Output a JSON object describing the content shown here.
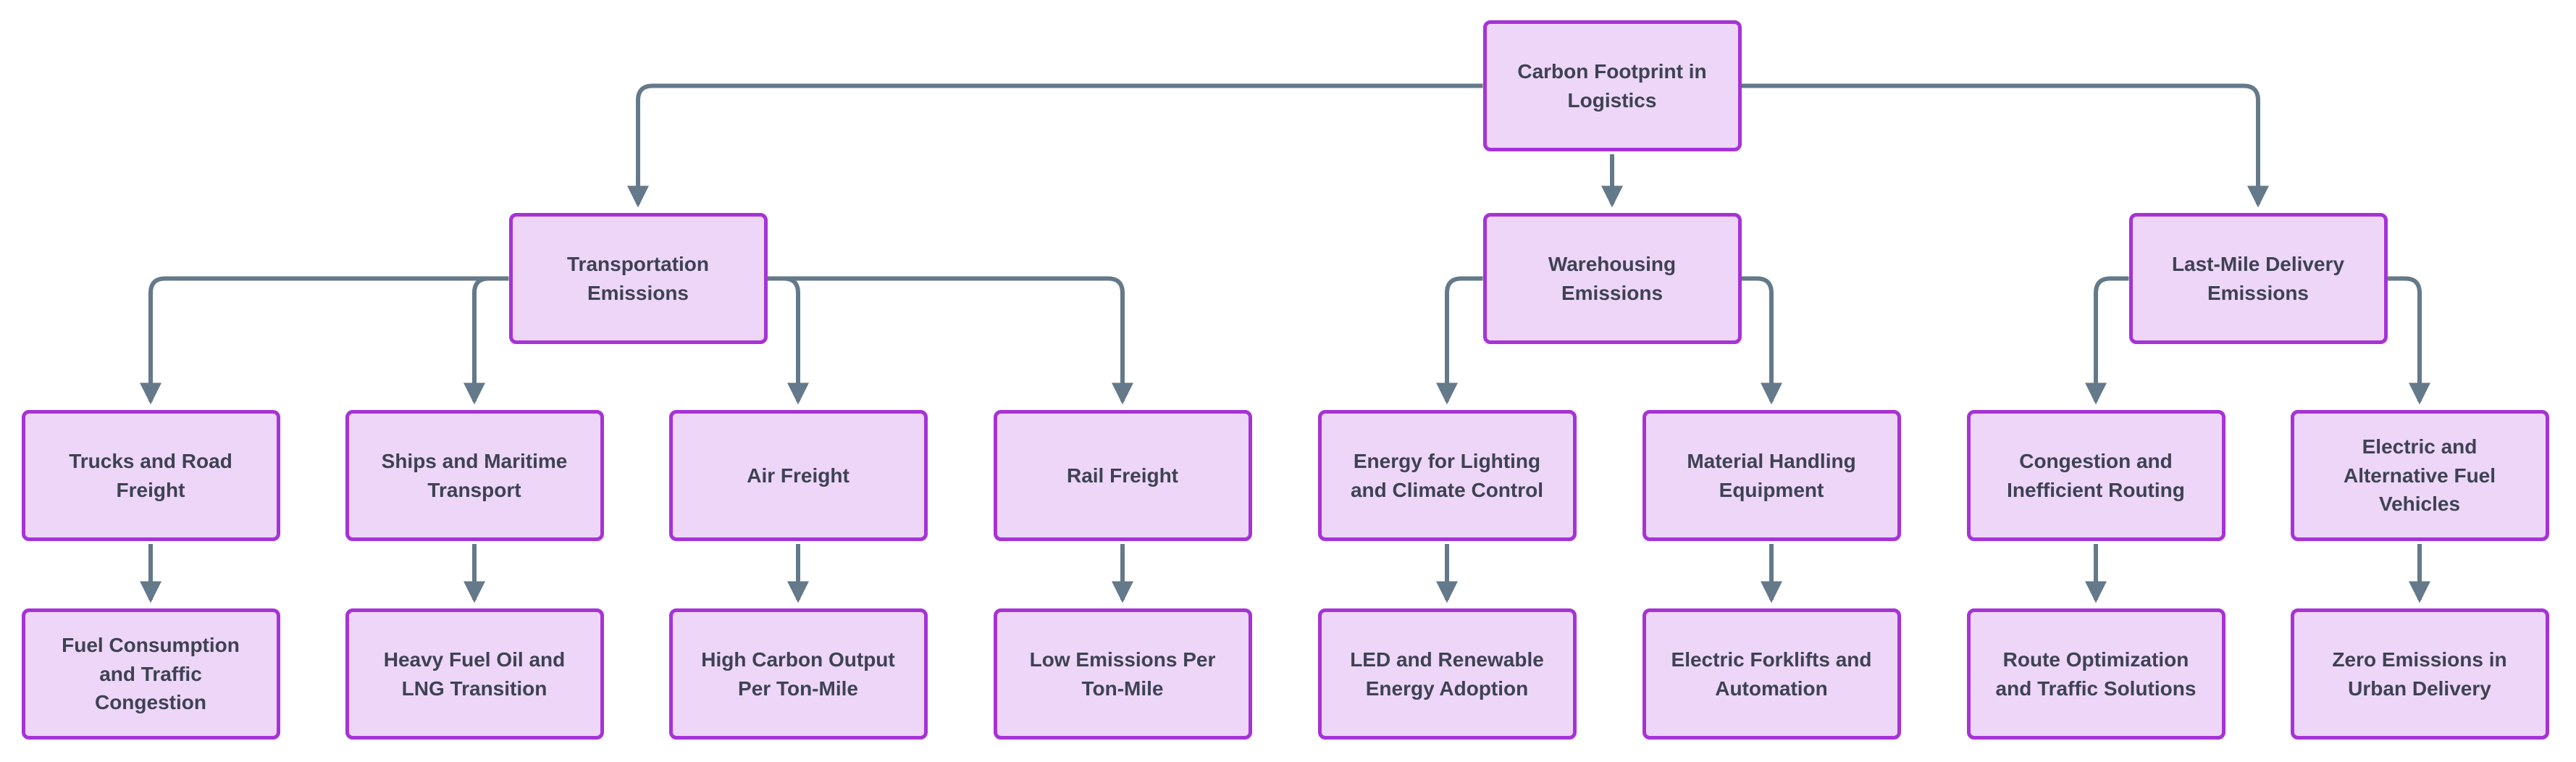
{
  "diagram": {
    "type": "flowchart-top-down",
    "background_color": "#ffffff",
    "node_style": {
      "fill": "#EDD6F7",
      "border": "#A633D6",
      "text_color": "#3E4254"
    },
    "edge_color": "#64798A",
    "nodes": [
      {
        "id": "root",
        "label": "Carbon Footprint in\nLogistics"
      },
      {
        "id": "transport",
        "label": "Transportation\nEmissions"
      },
      {
        "id": "warehouse",
        "label": "Warehousing\nEmissions"
      },
      {
        "id": "lastmile",
        "label": "Last-Mile Delivery\nEmissions"
      },
      {
        "id": "trucks",
        "label": "Trucks and Road\nFreight"
      },
      {
        "id": "ships",
        "label": "Ships and Maritime\nTransport"
      },
      {
        "id": "air",
        "label": "Air Freight"
      },
      {
        "id": "rail",
        "label": "Rail Freight"
      },
      {
        "id": "energy",
        "label": "Energy for Lighting\nand Climate Control"
      },
      {
        "id": "material",
        "label": "Material Handling\nEquipment"
      },
      {
        "id": "congestion",
        "label": "Congestion and\nInefficient Routing"
      },
      {
        "id": "evfuel",
        "label": "Electric and\nAlternative Fuel\nVehicles"
      },
      {
        "id": "fuelcons",
        "label": "Fuel Consumption\nand Traffic\nCongestion"
      },
      {
        "id": "hfo",
        "label": "Heavy Fuel Oil and\nLNG Transition"
      },
      {
        "id": "highcarbon",
        "label": "High Carbon Output\nPer Ton-Mile"
      },
      {
        "id": "lowemis",
        "label": "Low Emissions Per\nTon-Mile"
      },
      {
        "id": "led",
        "label": "LED and Renewable\nEnergy Adoption"
      },
      {
        "id": "forklifts",
        "label": "Electric Forklifts and\nAutomation"
      },
      {
        "id": "routeopt",
        "label": "Route Optimization\nand Traffic Solutions"
      },
      {
        "id": "zeroemis",
        "label": "Zero Emissions in\nUrban Delivery"
      }
    ],
    "edges": [
      [
        "root",
        "transport"
      ],
      [
        "root",
        "warehouse"
      ],
      [
        "root",
        "lastmile"
      ],
      [
        "transport",
        "trucks"
      ],
      [
        "transport",
        "ships"
      ],
      [
        "transport",
        "air"
      ],
      [
        "transport",
        "rail"
      ],
      [
        "warehouse",
        "energy"
      ],
      [
        "warehouse",
        "material"
      ],
      [
        "lastmile",
        "congestion"
      ],
      [
        "lastmile",
        "evfuel"
      ],
      [
        "trucks",
        "fuelcons"
      ],
      [
        "ships",
        "hfo"
      ],
      [
        "air",
        "highcarbon"
      ],
      [
        "rail",
        "lowemis"
      ],
      [
        "energy",
        "led"
      ],
      [
        "material",
        "forklifts"
      ],
      [
        "congestion",
        "routeopt"
      ],
      [
        "evfuel",
        "zeroemis"
      ]
    ]
  }
}
